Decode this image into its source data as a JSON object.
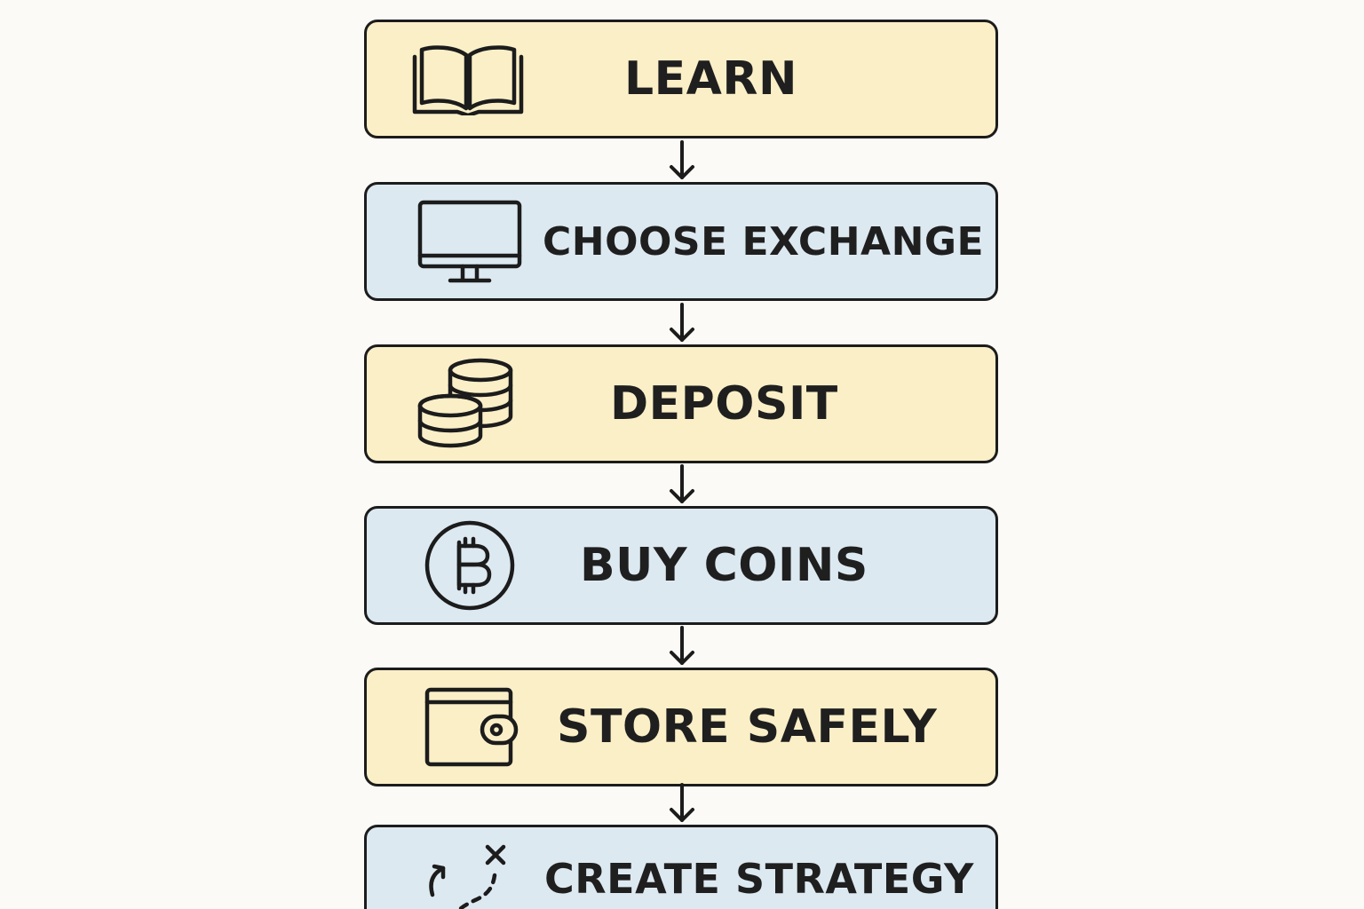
{
  "steps": [
    {
      "label": "LEARN",
      "icon": "book-icon",
      "color": "#fbefc7"
    },
    {
      "label": "CHOOSE EXCHANGE",
      "icon": "monitor-icon",
      "color": "#dde9f1"
    },
    {
      "label": "DEPOSIT",
      "icon": "coins-icon",
      "color": "#fbefc7"
    },
    {
      "label": "BUY COINS",
      "icon": "bitcoin-icon",
      "color": "#dde9f1"
    },
    {
      "label": "STORE SAFELY",
      "icon": "wallet-icon",
      "color": "#fbefc7"
    },
    {
      "label": "CREATE STRATEGY",
      "icon": "strategy-path-icon",
      "color": "#dde9f1"
    }
  ],
  "colors": {
    "background": "#fbfaf6",
    "stroke": "#1c1c1c",
    "text": "#1f1f1f"
  }
}
